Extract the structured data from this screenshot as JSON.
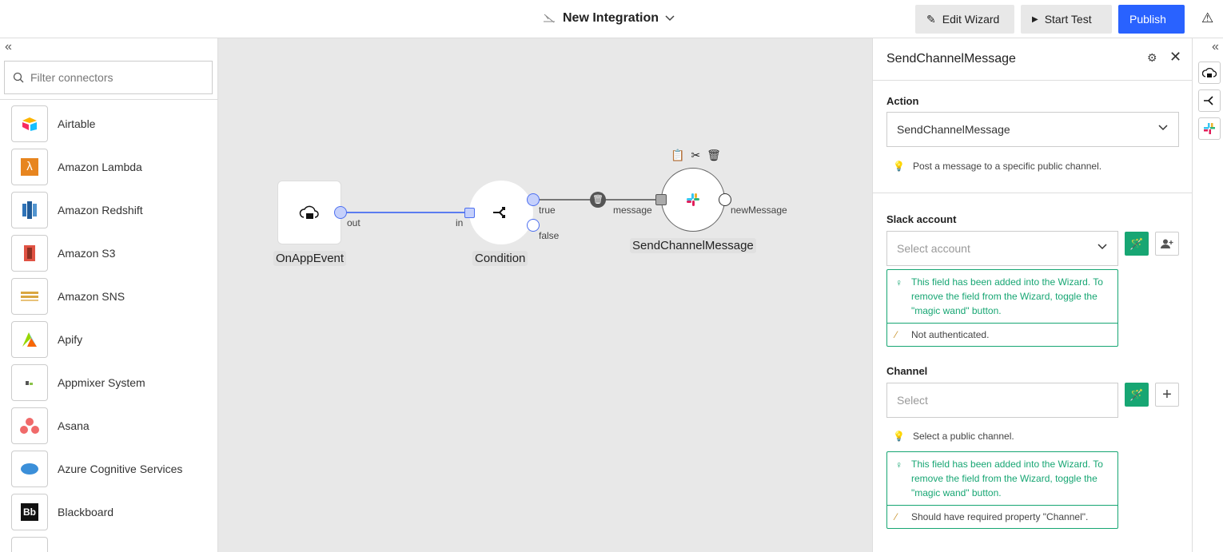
{
  "header": {
    "title": "New Integration",
    "edit_wizard": "Edit Wizard",
    "start_test": "Start Test",
    "publish": "Publish",
    "accent": "#2962ff"
  },
  "sidebar": {
    "filter_placeholder": "Filter connectors",
    "items": [
      {
        "label": "Airtable",
        "icon": "airtable-logo"
      },
      {
        "label": "Amazon Lambda",
        "icon": "aws-lambda-logo"
      },
      {
        "label": "Amazon Redshift",
        "icon": "aws-redshift-logo"
      },
      {
        "label": "Amazon S3",
        "icon": "aws-s3-logo"
      },
      {
        "label": "Amazon SNS",
        "icon": "aws-sns-logo"
      },
      {
        "label": "Apify",
        "icon": "apify-logo"
      },
      {
        "label": "Appmixer System",
        "icon": "appmixer-logo"
      },
      {
        "label": "Asana",
        "icon": "asana-logo"
      },
      {
        "label": "Azure Cognitive Services",
        "icon": "azure-logo"
      },
      {
        "label": "Blackboard",
        "icon": "blackboard-logo"
      }
    ]
  },
  "canvas": {
    "nodes": [
      {
        "label": "OnAppEvent"
      },
      {
        "label": "Condition"
      },
      {
        "label": "SendChannelMessage"
      }
    ],
    "ports": {
      "out": "out",
      "in": "in",
      "true": "true",
      "false": "false",
      "message": "message",
      "newMessage": "newMessage"
    }
  },
  "panel": {
    "title": "SendChannelMessage",
    "action_label": "Action",
    "action_value": "SendChannelMessage",
    "action_hint": "Post a message to a specific public channel.",
    "account_label": "Slack account",
    "account_placeholder": "Select account",
    "wizard_note": "This field has been added into the Wizard. To remove the field from the Wizard, toggle the \"magic wand\" button.",
    "account_error": "Not authenticated.",
    "channel_label": "Channel",
    "channel_placeholder": "Select",
    "channel_hint": "Select a public channel.",
    "channel_error": "Should have required property \"Channel\".",
    "wizard_color": "#17a673"
  }
}
